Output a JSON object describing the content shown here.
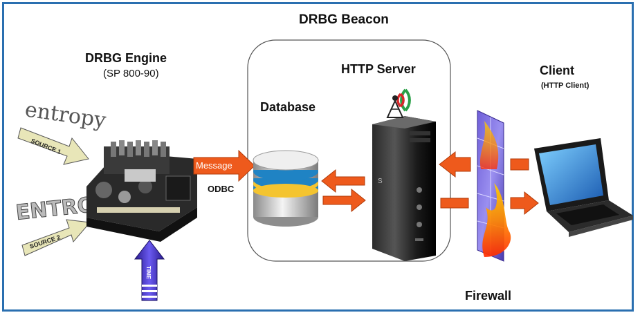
{
  "title": "DRBG Beacon",
  "engine": {
    "title": "DRBG Engine",
    "subtitle": "(SP 800-90)"
  },
  "sources": {
    "entropy_word": "entropy",
    "source1": "SOURCE 1",
    "entropy2_word": "ENTROPY",
    "source2": "SOURCE 2",
    "time": "TIME"
  },
  "message_label": "Message",
  "odbc_label": "ODBC",
  "database_label": "Database",
  "http_server_label": "HTTP Server",
  "client": {
    "title": "Client",
    "subtitle": "(HTTP Client)"
  },
  "firewall_label": "Firewall",
  "colors": {
    "frame": "#2a6fb0",
    "arrow": "#ee5a1c",
    "time_arrow": "#3a2bb8"
  }
}
